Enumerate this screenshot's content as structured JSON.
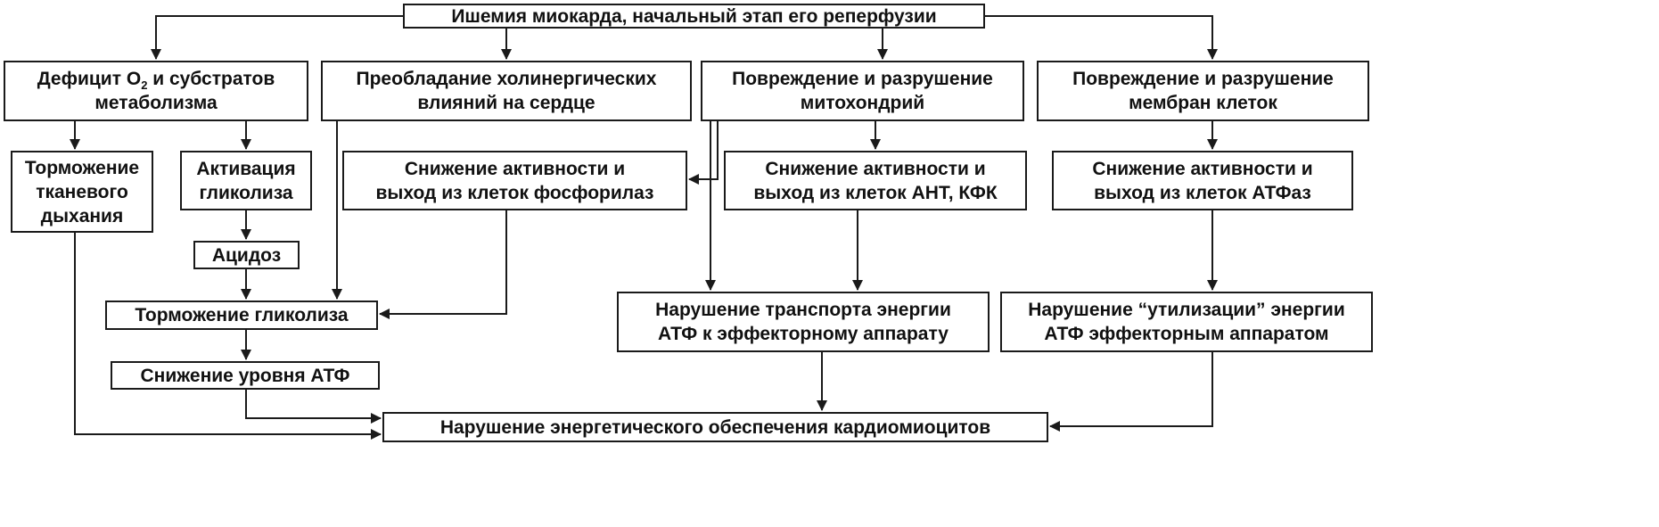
{
  "diagram": {
    "nodes": {
      "ischemia": {
        "lines": [
          "Ишемия миокарда, начальный этап его реперфузии"
        ]
      },
      "deficit": {
        "line1_pre": "Дефицит O",
        "line1_sub": "2",
        "line1_post": " и субстратов",
        "line2": "метаболизма"
      },
      "cholinergic": {
        "lines": [
          "Преобладание холинергических",
          "влияний на сердце"
        ]
      },
      "mito_damage": {
        "lines": [
          "Повреждение и разрушение",
          "митохондрий"
        ]
      },
      "membrane_damage": {
        "lines": [
          "Повреждение и разрушение",
          "мембран клеток"
        ]
      },
      "tissue_resp": {
        "lines": [
          "Торможение",
          "тканевого",
          "дыхания"
        ]
      },
      "glycolysis_act": {
        "lines": [
          "Активация",
          "гликолиза"
        ]
      },
      "phosphorylase": {
        "lines": [
          "Снижение активности и",
          "выход из клеток фосфорилаз"
        ]
      },
      "ant_kfk": {
        "lines": [
          "Снижение активности и",
          "выход из клеток АНТ, КФК"
        ]
      },
      "atpase": {
        "lines": [
          "Снижение активности и",
          "выход из клеток АТФаз"
        ]
      },
      "acidosis": {
        "lines": [
          "Ацидоз"
        ]
      },
      "glycolysis_inh": {
        "lines": [
          "Торможение гликолиза"
        ]
      },
      "transport": {
        "lines": [
          "Нарушение транспорта энергии",
          "АТФ к эффекторному аппарату"
        ]
      },
      "utilization": {
        "lines": [
          "Нарушение “утилизации” энергии",
          "АТФ эффекторным аппаратом"
        ]
      },
      "atp_drop": {
        "lines": [
          "Снижение уровня АТФ"
        ]
      },
      "energy": {
        "lines": [
          "Нарушение энергетического обеспечения кардиомиоцитов"
        ]
      }
    }
  }
}
